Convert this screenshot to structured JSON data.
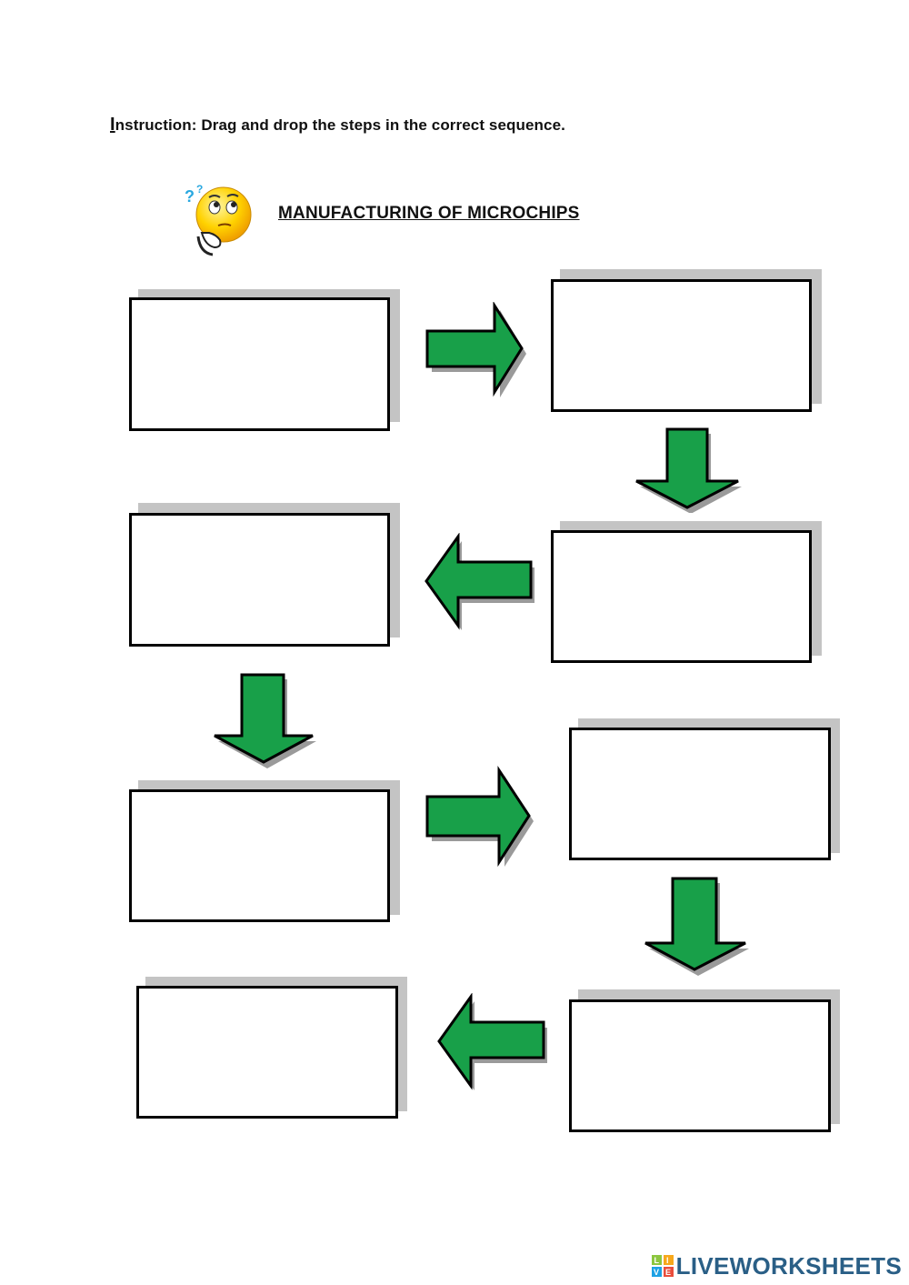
{
  "instruction": {
    "first_letter": "I",
    "rest": "nstruction: Drag and drop the steps in the correct sequence."
  },
  "title": "MANUFACTURING OF MICROCHIPS",
  "steps": [
    {
      "id": 1,
      "text": ""
    },
    {
      "id": 2,
      "text": ""
    },
    {
      "id": 3,
      "text": ""
    },
    {
      "id": 4,
      "text": ""
    },
    {
      "id": 5,
      "text": ""
    },
    {
      "id": 6,
      "text": ""
    },
    {
      "id": 7,
      "text": ""
    },
    {
      "id": 8,
      "text": ""
    }
  ],
  "colors": {
    "arrow": "#18a049",
    "box_border": "#000000",
    "box_shadow": "#c4c4c4",
    "brand": "#2a5f86"
  },
  "brand": {
    "text": "LIVEWORKSHEETS",
    "logo_icon": "liveworksheets-logo-icon"
  },
  "icons": {
    "thinker": "thinking-face-icon"
  }
}
